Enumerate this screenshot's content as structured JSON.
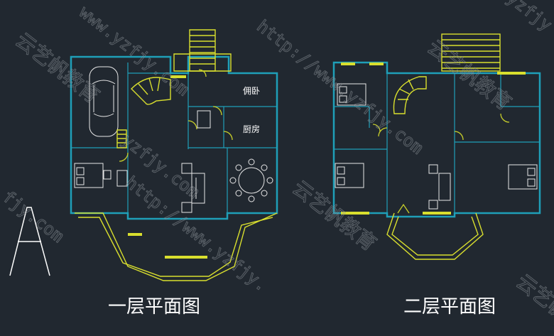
{
  "plans": [
    {
      "title": "一层平面图",
      "rooms": [
        "佣卧",
        "厨房"
      ]
    },
    {
      "title": "二层平面图",
      "rooms": []
    }
  ],
  "section_mark": "A",
  "watermarks": {
    "url": "http://www.yzfjy.com",
    "brand": "云艺帆教育",
    "fragments": [
      "www.yzfjy.com",
      "yzfjy.com",
      "http://www.yzfjy.",
      "fjy.com",
      "yzfjy"
    ]
  },
  "colors": {
    "background": "#212830",
    "walls": "#1f9fb8",
    "windows_doors": "#d9df2e",
    "furniture": "#e8e8e8",
    "text": "#ffffff"
  }
}
